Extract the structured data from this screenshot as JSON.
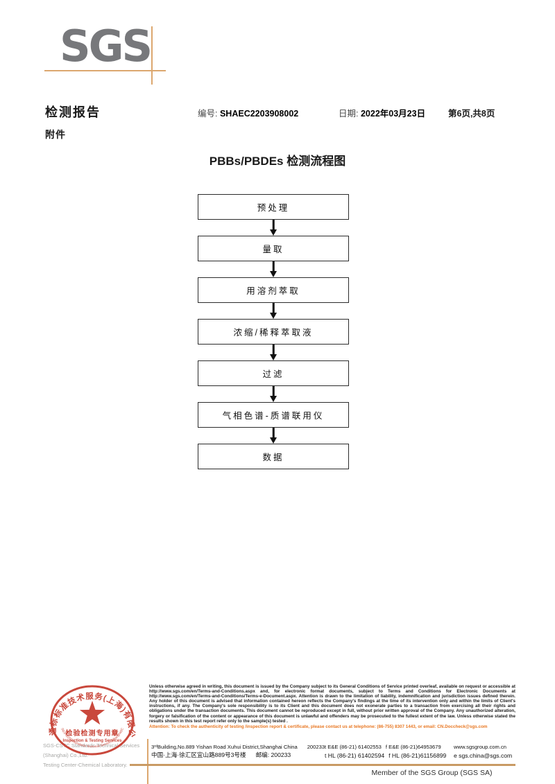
{
  "colors": {
    "accent_tan": "#DCA76E",
    "stamp_red": "#C5392C",
    "attention_orange": "#E87722",
    "logo_gray": "#77787B"
  },
  "logo": {
    "text": "SGS"
  },
  "header": {
    "report_title": "检测报告",
    "number_label": "编号:",
    "number_value": "SHAEC2203908002",
    "date_label": "日期:",
    "date_value": "2022年03月23日",
    "page_info": "第6页,共8页",
    "attachment_label": "附件"
  },
  "flowchart": {
    "title": "PBBs/PBDEs 检测流程图",
    "steps": [
      "预处理",
      "量取",
      "用溶剂萃取",
      "浓缩/稀释萃取液",
      "过滤",
      "气相色谱-质谱联用仪",
      "数据"
    ]
  },
  "stamp": {
    "ring_text": "通标标准技术服务(上海)有限公司",
    "center_line1": "检验检测专用章",
    "center_line2": "Inspection & Testing Services",
    "bottom_arc_text": "SGS-CSTC Standards Technical Services(Shanghai)Co.,Ltd."
  },
  "company": {
    "line1": "SGS-CSTC Standards Technical Services (Shanghai) Co.,Ltd.",
    "line2": "Testing Center-Chemical Laboratory."
  },
  "fineprint": {
    "disclaimer": "Unless otherwise agreed in writing, this document is issued by the Company subject to its General Conditions of Service printed overleaf, available on request or accessible at http://www.sgs.com/en/Terms-and-Conditions.aspx and, for electronic format documents, subject to Terms and Conditions for Electronic Documents at http://www.sgs.com/en/Terms-and-Conditions/Terms-e-Document.aspx. Attention is drawn to the limitation of liability, indemnification and jurisdiction issues defined therein. Any holder of this document is advised that information contained hereon reflects the Company's findings at the time of its intervention only and within the limits of Client's instructions, if any. The Company's sole responsibility is to its Client and this document does not exonerate parties to a transaction from exercising all their rights and obligations under the transaction documents. This document cannot be reproduced except in full, without prior written approval of the Company. Any unauthorized alteration, forgery or falsification of the content or appearance of this document is unlawful and offenders may be prosecuted to the fullest extent of the law. Unless otherwise stated the results shown in this test report refer only to the sample(s) tested .",
    "attention": "Attention: To check the authenticity of testing /inspection report & certificate, please contact us at telephone: (86-755) 8307 1443, or email: CN.Doccheck@sgs.com"
  },
  "address": {
    "en_line": "3ʳᵈBuilding,No.889 Yishan Road Xuhui District,Shanghai China",
    "en_postcode": "200233",
    "cn_line": "中国·上海·徐汇区宜山路889号3号楼",
    "cn_postcode": "邮编: 200233",
    "tel1": "t E&E (86-21) 61402553",
    "fax1": "f E&E (86-21)64953679",
    "web": "www.sgsgroup.com.cn",
    "tel2": "t HL (86-21) 61402594",
    "fax2": "f HL (86-21)61156899",
    "email": "e  sgs.china@sgs.com"
  },
  "footer": {
    "member_line": "Member of the SGS Group (SGS SA)"
  }
}
